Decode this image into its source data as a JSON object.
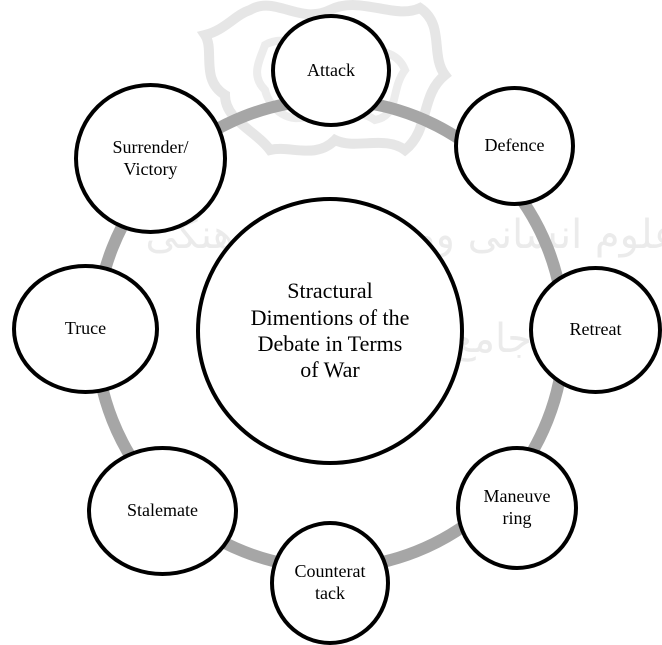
{
  "diagram": {
    "center": {
      "label": "Stractural\nDimentions of the\nDebate in Terms\nof War"
    },
    "nodes": [
      {
        "id": "attack",
        "label": "Attack"
      },
      {
        "id": "defence",
        "label": "Defence"
      },
      {
        "id": "retreat",
        "label": "Retreat"
      },
      {
        "id": "maneuvering",
        "label": "Maneuve\nring"
      },
      {
        "id": "counterattack",
        "label": "Counterat\ntack"
      },
      {
        "id": "stalemate",
        "label": "Stalemate"
      },
      {
        "id": "truce",
        "label": "Truce"
      },
      {
        "id": "surrender-victory",
        "label": "Surrender/\nVictory"
      }
    ],
    "colors": {
      "ring": "#a6a6a6",
      "stroke": "#000000",
      "fill": "#ffffff",
      "watermark": "#e6e6e6"
    }
  }
}
